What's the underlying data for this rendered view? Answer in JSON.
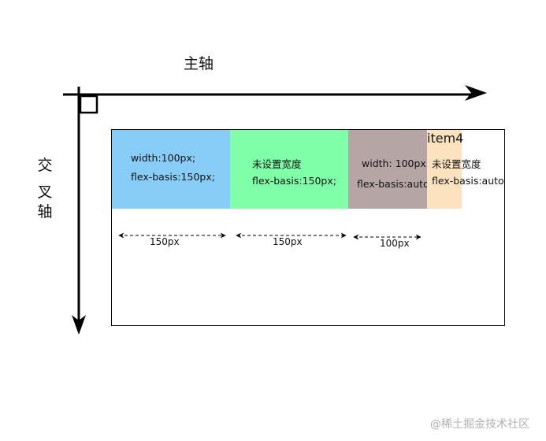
{
  "main_axis_label": "主轴",
  "cross_axis_label": [
    "交",
    "叉",
    "轴"
  ],
  "items": [
    {
      "line1": "width:100px;",
      "line2": "flex-basis:150px;",
      "color": "#87cdf8"
    },
    {
      "line1": "未设置宽度",
      "line2": "flex-basis:150px;",
      "color": "#80ffa9"
    },
    {
      "line1": "width: 100px",
      "line2": "flex-basis:auto",
      "color": "#b5a5a5"
    },
    {
      "title": "item4",
      "line1": "未设置宽度",
      "line2": "flex-basis:auto",
      "color": "#fde2c0"
    }
  ],
  "dimensions": [
    "150px",
    "150px",
    "100px"
  ],
  "watermark": "@稀土掘金技术社区"
}
